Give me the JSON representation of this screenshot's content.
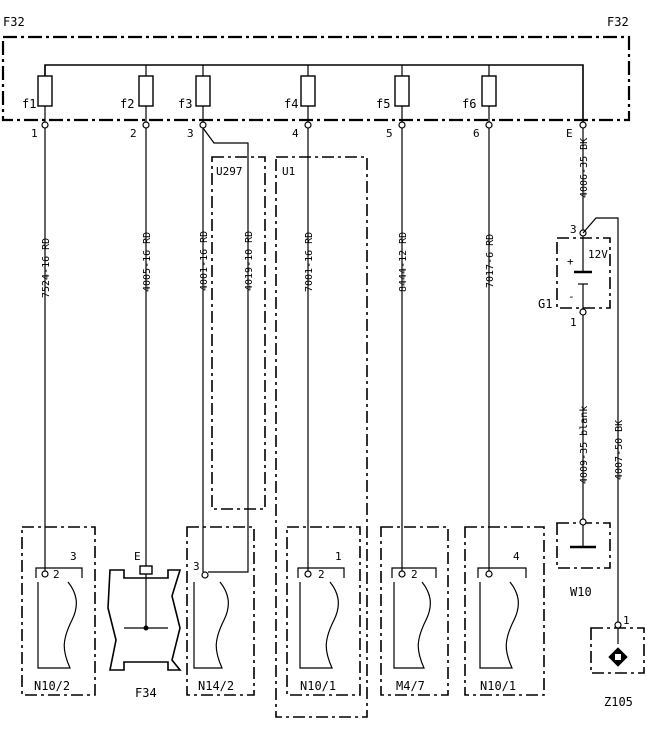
{
  "fusebox": {
    "label_left": "F32",
    "label_right": "F32",
    "fuses": [
      {
        "name": "f1",
        "pin": "1",
        "wire": "7524-16 RD"
      },
      {
        "name": "f2",
        "pin": "2",
        "wire": "4005-16 RD"
      },
      {
        "name": "f3",
        "pin": "3",
        "wire": "4001-16 RD",
        "wire2": "4019-10 RD"
      },
      {
        "name": "f4",
        "pin": "4",
        "wire": "7001-16 RD"
      },
      {
        "name": "f5",
        "pin": "5",
        "wire": "8444-12 RD"
      },
      {
        "name": "f6",
        "pin": "6",
        "wire": "7017-6 RD"
      }
    ],
    "ground_pin": "E",
    "ground_wire": "4006-35 BK"
  },
  "splices": {
    "u297": "U297",
    "u1": "U1"
  },
  "battery": {
    "name": "G1",
    "voltage": "12V",
    "pin_top": "3",
    "pin_bottom": "1",
    "plus": "+",
    "minus": "-",
    "wire_w10": "4009-35 blank",
    "wire_z105": "4007-50 BK"
  },
  "components": [
    {
      "name": "N10/2",
      "pin": "2",
      "ref": "3"
    },
    {
      "name": "F34",
      "pin": "E"
    },
    {
      "name": "N14/2",
      "pin": "3"
    },
    {
      "name": "N10/1",
      "pin": "2",
      "ref": "1"
    },
    {
      "name": "M4/7",
      "pin": "2"
    },
    {
      "name": "N10/1",
      "pin": "",
      "ref": "4"
    }
  ],
  "ground_points": {
    "w10": "W10",
    "z105": "Z105",
    "z105_pin": "1"
  }
}
